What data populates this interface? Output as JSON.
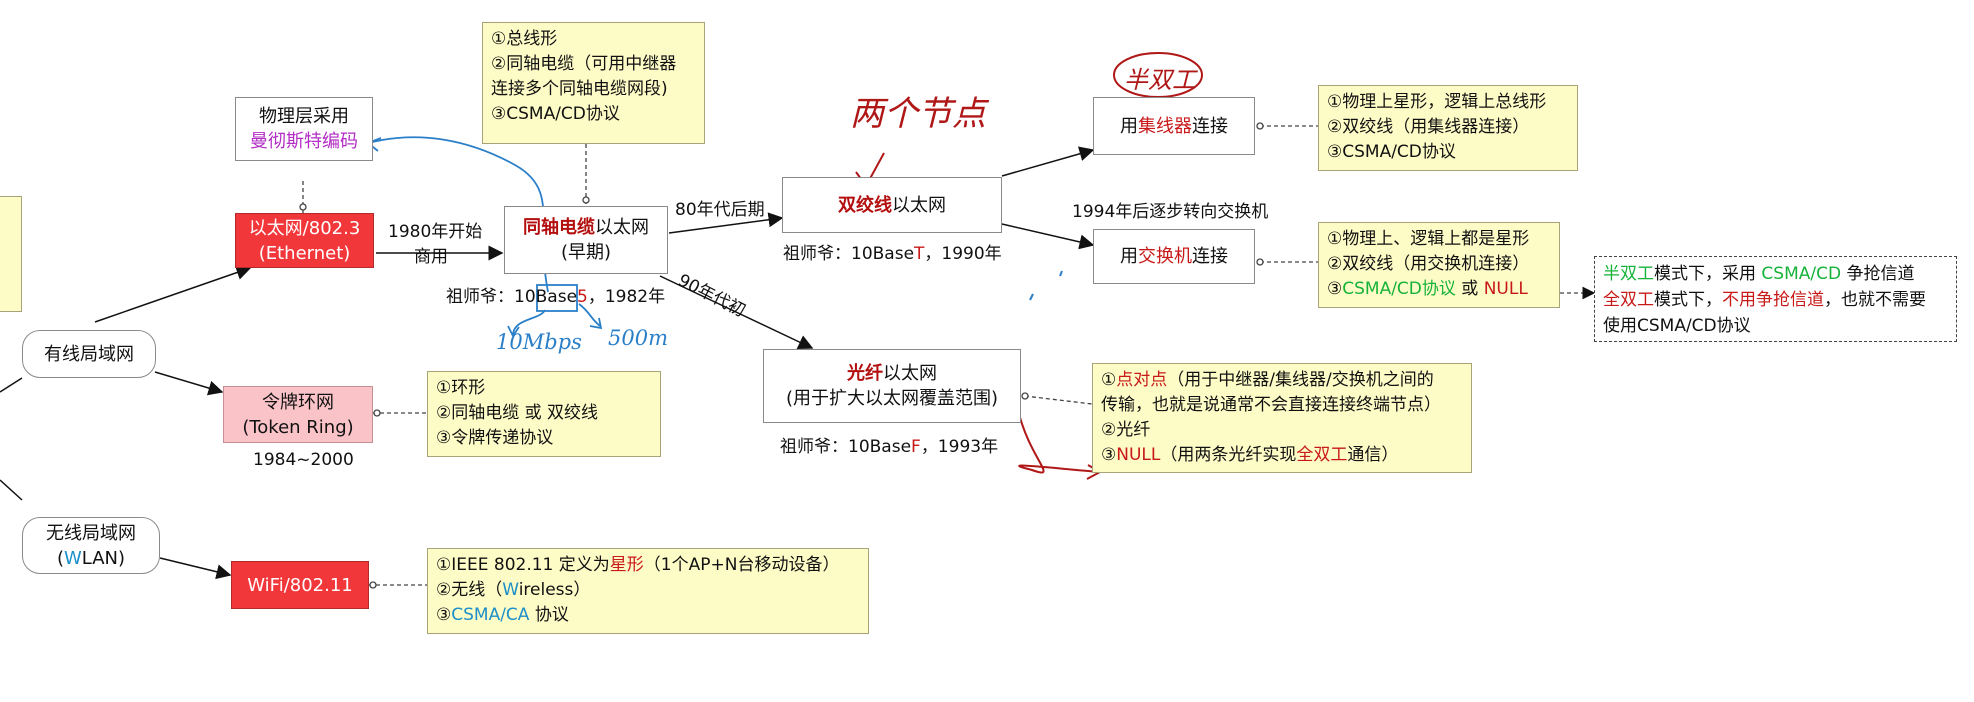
{
  "nodes": {
    "physical": {
      "line1": "物理层采用",
      "line2": "曼彻斯特编码"
    },
    "ethernet": {
      "line1": "以太网/802.3",
      "line2": "(Ethernet)"
    },
    "coax": {
      "hl": "同轴电缆",
      "rest": "以太网",
      "line2": "(早期)"
    },
    "twisted": {
      "hl": "双绞线",
      "rest": "以太网"
    },
    "hub": {
      "pre": "用",
      "hl": "集线器",
      "post": "连接"
    },
    "switch": {
      "pre": "用",
      "hl": "交换机",
      "post": "连接"
    },
    "fiber": {
      "hl": "光纤",
      "rest": "以太网",
      "line2": "(用于扩大以太网覆盖范围)"
    },
    "wired_lan": {
      "label": "有线局域网"
    },
    "token_ring": {
      "line1": "令牌环网",
      "line2": "(Token Ring)"
    },
    "wireless_lan": {
      "line1": "无线局域网",
      "line2_pre": "(",
      "line2_hl": "W",
      "line2_post": "LAN)"
    },
    "wifi": {
      "label": "WiFi/802.11"
    }
  },
  "edge_labels": {
    "e1980a": "1980年开始",
    "e1980b": "商用",
    "e80s": "80年代后期",
    "e90s": "90年代初",
    "e1994": "1994年后逐步转向交换机",
    "token_years": "1984~2000"
  },
  "ancestors": {
    "coax": {
      "pre": "祖师爷：10Base",
      "hl": "5",
      "post": "，1982年"
    },
    "twisted": {
      "pre": "祖师爷：10Base",
      "hl": "T",
      "post": "，1990年"
    },
    "fiber": {
      "pre": "祖师爷：10Base",
      "hl": "F",
      "post": "，1993年"
    }
  },
  "notes": {
    "coax": [
      "①总线形",
      "②同轴电缆（可用中继器",
      "连接多个同轴电缆网段)",
      "③CSMA/CD协议"
    ],
    "hub": [
      "①物理上星形，逻辑上总线形",
      "②双绞线（用集线器连接）",
      "③CSMA/CD协议"
    ],
    "switch": {
      "l1": "①物理上、逻辑上都是星形",
      "l2": "②双绞线（用交换机连接）",
      "l3_pre": "③",
      "l3_green": "CSMA/CD协议",
      "l3_mid": " 或 ",
      "l3_red": "NULL"
    },
    "token": [
      "①环形",
      "②同轴电缆 或 双绞线",
      "③令牌传递协议"
    ],
    "fiber": {
      "l1_pre": "①",
      "l1_red": "点对点",
      "l1_post": "（用于中继器/集线器/交换机之间的",
      "l2": "传输，也就是说通常不会直接连接终端节点）",
      "l3": "②光纤",
      "l4_pre": "③",
      "l4_red": "NULL",
      "l4_mid": "（用两条光纤实现",
      "l4_red2": "全双工",
      "l4_post": "通信）"
    },
    "wifi": {
      "l1_pre": "①IEEE 802.11 定义为",
      "l1_red": "星形",
      "l1_post": "（1个AP+N台移动设备）",
      "l2_pre": "②无线（",
      "l2_blue": "W",
      "l2_post": "ireless）",
      "l3_pre": "③",
      "l3_blue": "CSMA/CA",
      "l3_post": " 协议"
    }
  },
  "duplex_note": {
    "l1_green": "半双工",
    "l1_mid": "模式下，采用 ",
    "l1_green2": "CSMA/CD",
    "l1_post": " 争抢信道",
    "l2_red": "全双工",
    "l2_mid": "模式下，",
    "l2_red2": "不用争抢信道",
    "l2_post": "，也就不需要",
    "l3": "使用CSMA/CD协议"
  },
  "handwriting": {
    "two_nodes": "两个节点",
    "half_duplex": "半双工",
    "speed": "10Mbps",
    "distance": "500m"
  },
  "colors": {
    "node_red": "#f2373b",
    "node_pink": "#fac3c8",
    "note_yellow": "#fdfbc6",
    "highlight_red": "#c81919",
    "green": "#16b33a",
    "blue": "#1b8fc9",
    "pen_red": "#b01818",
    "pen_blue": "#2a7fc8"
  }
}
